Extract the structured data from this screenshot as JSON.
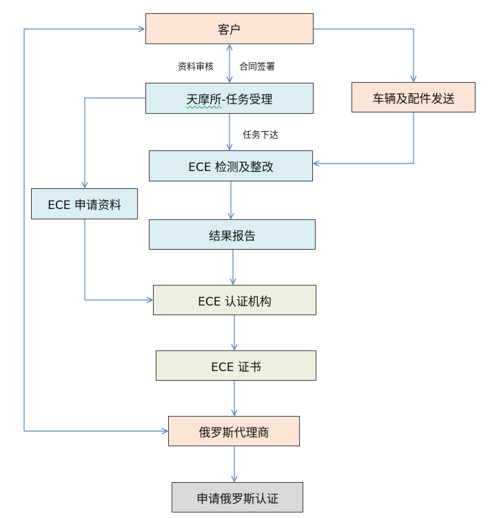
{
  "colors": {
    "peach": "#FCE4D6",
    "blue": "#DAEEF3",
    "green": "#EBF1DE",
    "gray": "#D9D9D9",
    "connector": "#4F81BD",
    "border": "#3A3A3A"
  },
  "nodes": {
    "customer": "客户",
    "tmsj_a": "天摩所",
    "tmsj_b": "-任务受理",
    "vehicle_parts": "车辆及配件发送",
    "ece_test": "ECE 检测及整改",
    "ece_apply": "ECE 申请资料",
    "result_report": "结果报告",
    "ece_authority": "ECE 认证机构",
    "ece_cert": "ECE 证书",
    "russian_agent": "俄罗斯代理商",
    "russian_cert": "申请俄罗斯认证"
  },
  "edge_labels": {
    "material_review": "资料审核",
    "contract_signing": "合同签署",
    "task_assignment": "任务下达"
  }
}
